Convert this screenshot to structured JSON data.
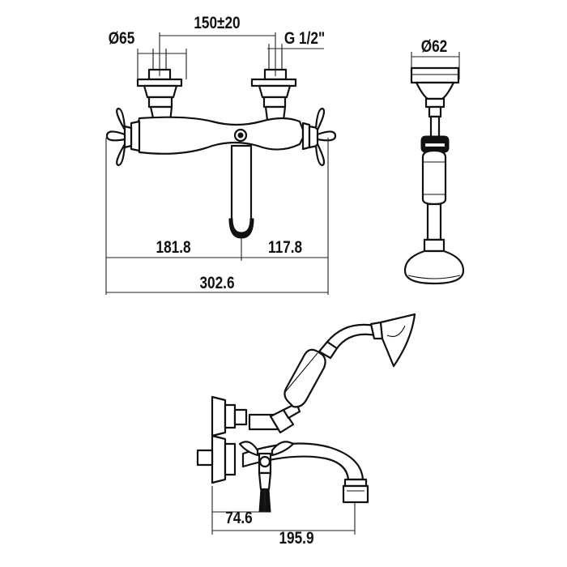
{
  "dimensions": {
    "centers": "150±20",
    "thread": "G 1/2\"",
    "dia_inlet": "Ø65",
    "dia_handset": "Ø62",
    "left_to_outlet": "181.8",
    "outlet_to_right": "117.8",
    "overall_width": "302.6",
    "wall_to_lever": "74.6",
    "projection": "195.9"
  }
}
